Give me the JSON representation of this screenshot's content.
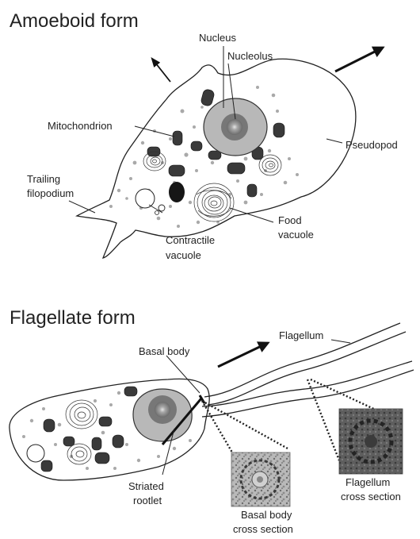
{
  "amoeboid": {
    "title": "Amoeboid form",
    "labels": {
      "nucleus": "Nucleus",
      "nucleolus": "Nucleolus",
      "mitochondrion": "Mitochondrion",
      "pseudopod": "Pseudopod",
      "trailing_filopodium": [
        "Trailing",
        "filopodium"
      ],
      "food_vacuole": [
        "Food",
        "vacuole"
      ],
      "contractile_vacuole": [
        "Contractile",
        "vacuole"
      ]
    }
  },
  "flagellate": {
    "title": "Flagellate form",
    "labels": {
      "basal_body": "Basal body",
      "flagellum": "Flagellum",
      "striated_rootlet": [
        "Striated",
        "rootlet"
      ],
      "basal_body_cross_section": [
        "Basal body",
        "cross section"
      ],
      "flagellum_cross_section": [
        "Flagellum",
        "cross section"
      ]
    }
  },
  "colors": {
    "nucleus_fill": "#b8b8b8",
    "nucleolus_fill": "#7a7a7a",
    "nucleolus_core": "#d7d7d7",
    "mitochondrion": "#3a3a3a",
    "speck": "#a9a9a9"
  }
}
